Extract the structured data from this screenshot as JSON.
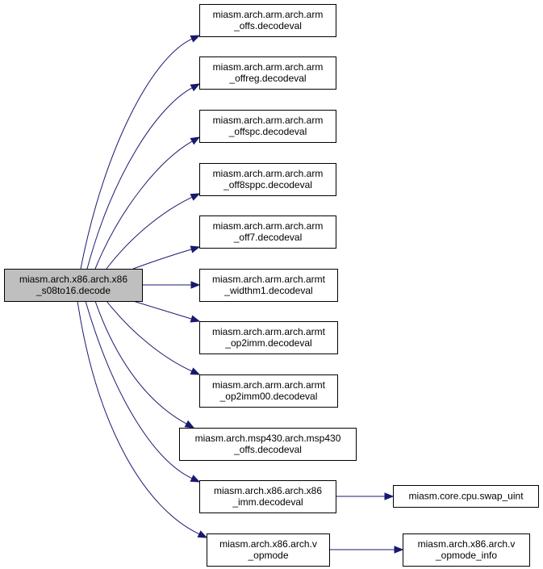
{
  "diagram": {
    "colors": {
      "root_fill": "#bfbfbf",
      "node_fill": "#ffffff",
      "edge": "#191970"
    },
    "nodes": [
      {
        "id": "root",
        "lines": [
          "miasm.arch.x86.arch.x86",
          "_s08to16.decode"
        ],
        "highlighted": true
      },
      {
        "id": "arm-offs",
        "lines": [
          "miasm.arch.arm.arch.arm",
          "_offs.decodeval"
        ]
      },
      {
        "id": "arm-offreg",
        "lines": [
          "miasm.arch.arm.arch.arm",
          "_offreg.decodeval"
        ]
      },
      {
        "id": "arm-offspc",
        "lines": [
          "miasm.arch.arm.arch.arm",
          "_offspc.decodeval"
        ]
      },
      {
        "id": "arm-off8sppc",
        "lines": [
          "miasm.arch.arm.arch.arm",
          "_off8sppc.decodeval"
        ]
      },
      {
        "id": "arm-off7",
        "lines": [
          "miasm.arch.arm.arch.arm",
          "_off7.decodeval"
        ]
      },
      {
        "id": "armt-widthm1",
        "lines": [
          "miasm.arch.arm.arch.armt",
          "_widthm1.decodeval"
        ]
      },
      {
        "id": "armt-op2imm",
        "lines": [
          "miasm.arch.arm.arch.armt",
          "_op2imm.decodeval"
        ]
      },
      {
        "id": "armt-op2imm00",
        "lines": [
          "miasm.arch.arm.arch.armt",
          "_op2imm00.decodeval"
        ]
      },
      {
        "id": "msp430-offs",
        "lines": [
          "miasm.arch.msp430.arch.msp430",
          "_offs.decodeval"
        ]
      },
      {
        "id": "x86-imm",
        "lines": [
          "miasm.arch.x86.arch.x86",
          "_imm.decodeval"
        ]
      },
      {
        "id": "swap-uint",
        "lines": [
          "miasm.core.cpu.swap_uint"
        ]
      },
      {
        "id": "v-opmode",
        "lines": [
          "miasm.arch.x86.arch.v",
          "_opmode"
        ]
      },
      {
        "id": "v-opmode-info",
        "lines": [
          "miasm.arch.x86.arch.v",
          "_opmode_info"
        ]
      }
    ],
    "edges": [
      {
        "from": "root",
        "to": "arm-offs"
      },
      {
        "from": "root",
        "to": "arm-offreg"
      },
      {
        "from": "root",
        "to": "arm-offspc"
      },
      {
        "from": "root",
        "to": "arm-off8sppc"
      },
      {
        "from": "root",
        "to": "arm-off7"
      },
      {
        "from": "root",
        "to": "armt-widthm1"
      },
      {
        "from": "root",
        "to": "armt-op2imm"
      },
      {
        "from": "root",
        "to": "armt-op2imm00"
      },
      {
        "from": "root",
        "to": "msp430-offs"
      },
      {
        "from": "root",
        "to": "x86-imm"
      },
      {
        "from": "root",
        "to": "v-opmode"
      },
      {
        "from": "x86-imm",
        "to": "swap-uint"
      },
      {
        "from": "v-opmode",
        "to": "v-opmode-info"
      }
    ]
  }
}
